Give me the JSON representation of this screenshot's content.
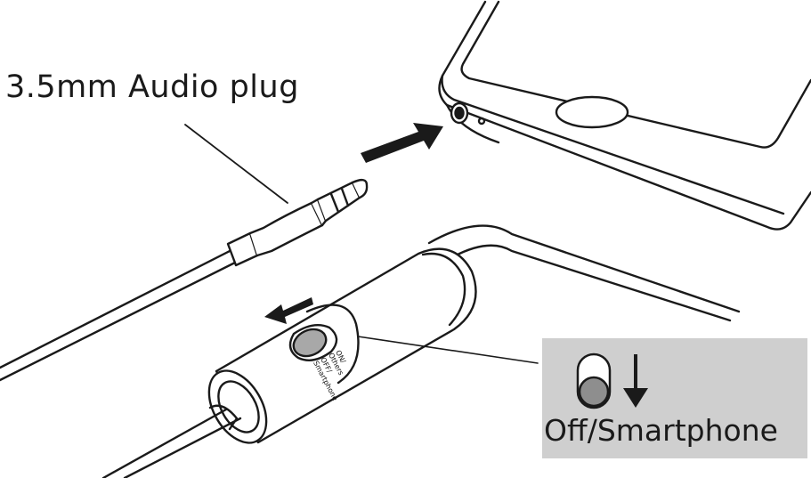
{
  "labels": {
    "plug": "3.5mm Audio plug",
    "switch_position": "Off/Smartphone"
  },
  "switch_markings": {
    "line1": "ON/",
    "line2": "Others",
    "line3": "OFF/",
    "line4": "Smartphone"
  },
  "icons": {
    "toggle": "toggle-switch-icon",
    "arrow": "arrow-down-icon"
  },
  "colors": {
    "callout_bg": "#cfcfcf",
    "knob_fill": "#a8a8a8",
    "ink": "#1a1a1a"
  }
}
